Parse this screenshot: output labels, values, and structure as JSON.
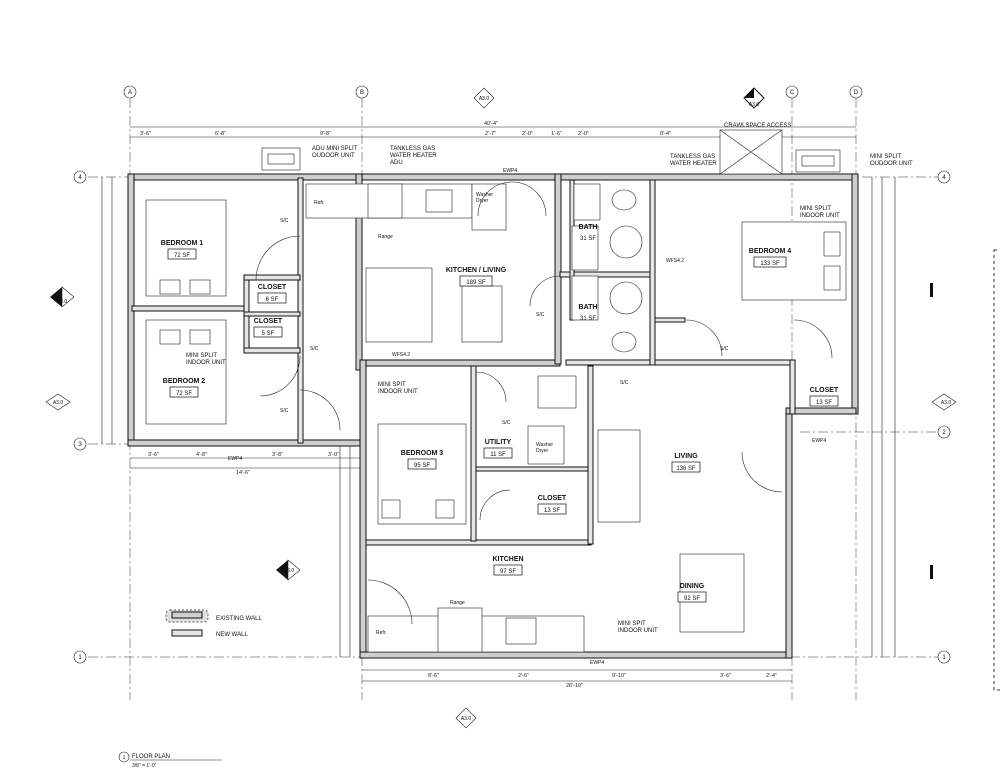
{
  "grid": {
    "columns": [
      "A",
      "B",
      "C",
      "D"
    ],
    "rows": [
      "4",
      "3",
      "2",
      "1"
    ]
  },
  "top_notes": {
    "adu_mini_split": "ADU MINI SPLIT\nOUDOOR UNIT",
    "tankless_adu": "TANKLESS GAS\nWATER HEATER\nADU",
    "tankless": "TANKLESS GAS\nWATER HEATER",
    "crawlspace": "CRAWLSPACE ACCESS",
    "mini_split_outdoor": "MINI SPLIT\nOUDOOR UNIT",
    "mini_split_indoor_b4": "MINI SPLIT\nINDOOR UNIT"
  },
  "rooms": [
    {
      "id": "bedroom1",
      "name": "BEDROOM 1",
      "area": "72 SF"
    },
    {
      "id": "bedroom2",
      "name": "BEDROOM 2",
      "area": "72 SF"
    },
    {
      "id": "closet1",
      "name": "CLOSET",
      "area": "6 SF"
    },
    {
      "id": "closet2",
      "name": "CLOSET",
      "area": "5 SF"
    },
    {
      "id": "kitchen_living",
      "name": "KITCHEN / LIVING",
      "area": "189 SF"
    },
    {
      "id": "bath1",
      "name": "BATH",
      "area": "31 SF"
    },
    {
      "id": "bath2",
      "name": "BATH",
      "area": "31 SF"
    },
    {
      "id": "bedroom4",
      "name": "BEDROOM 4",
      "area": "133 SF"
    },
    {
      "id": "closet4",
      "name": "CLOSET",
      "area": "13 SF"
    },
    {
      "id": "bedroom3",
      "name": "BEDROOM 3",
      "area": "95 SF"
    },
    {
      "id": "utility",
      "name": "UTILITY",
      "area": "11 SF"
    },
    {
      "id": "closet3",
      "name": "CLOSET",
      "area": "13 SF"
    },
    {
      "id": "living",
      "name": "LIVING",
      "area": "136 SF"
    },
    {
      "id": "kitchen",
      "name": "KITCHEN",
      "area": "97 SF"
    },
    {
      "id": "dining",
      "name": "DINING",
      "area": "92 SF"
    }
  ],
  "notes": {
    "mini_split_indoor_b2": "MINI SPLIT\nINDOOR UNIT",
    "mini_spit_adu": "MINI SPIT\nINDOOR UNIT",
    "mini_spit_dining": "MINI SPIT\nINDOOR UNIT",
    "range": "Range",
    "refr": "Refr.",
    "washer_dryer": "Washer\nDryer",
    "sc": "S/C",
    "ewp4": "EWP4",
    "wfs42": "WFS4.2"
  },
  "dims_top": [
    "3'-6\"",
    "6'-8\"",
    "9'-8\"",
    "2'-7\"",
    "2'-0\"",
    "1'-6\"",
    "2'-0\"",
    "8'-4\"",
    "40'-4\""
  ],
  "dims_bottom": [
    "3'-6\"",
    "4'-8\"",
    "3'-8\"",
    "3'-0\"",
    "14'-6\"",
    "8'-6\"",
    "2'-6\"",
    "9'-10\"",
    "3'-6\"",
    "2'-4\"",
    "26'-10\""
  ],
  "section_marks": [
    "A3.0",
    "A3.0",
    "A3.0",
    "A3.0",
    "A3.0",
    "A3.0"
  ],
  "legend": {
    "existing": "EXISTING WALL",
    "new": "NEW WALL"
  },
  "title_block": {
    "title": "FLOOR PLAN",
    "scale": "3/8\" = 1'-0\"",
    "number": "1"
  }
}
